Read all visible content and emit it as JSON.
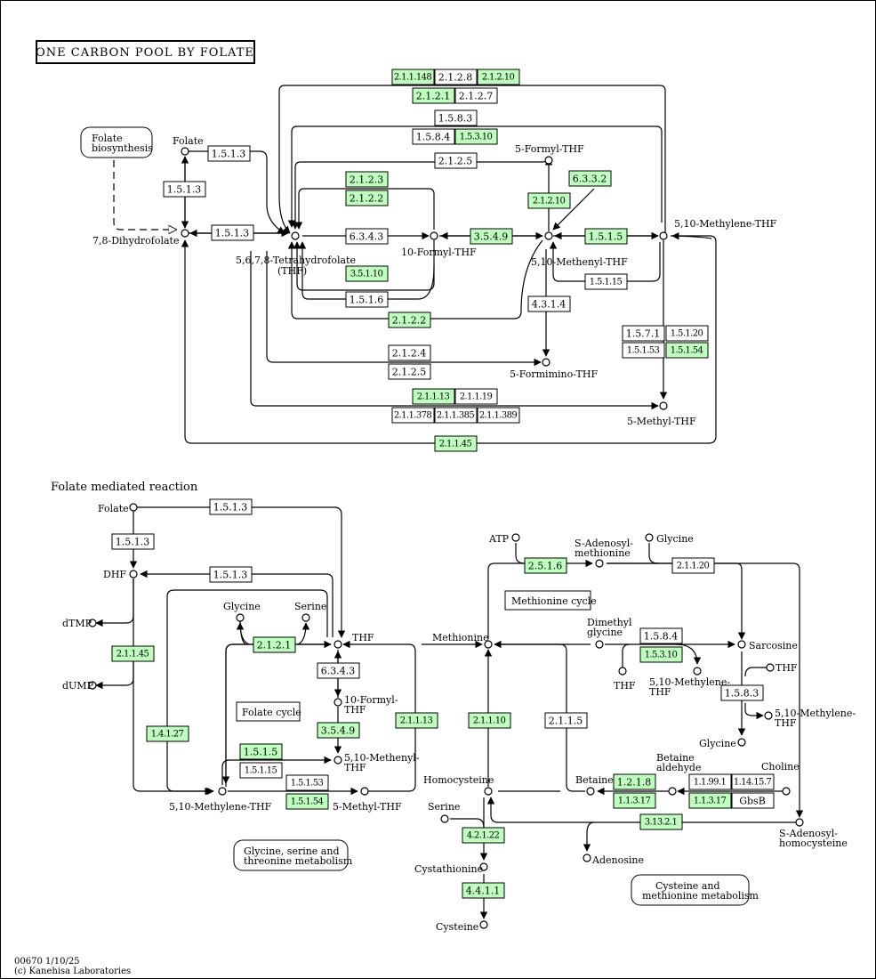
{
  "title": "ONE CARBON POOL BY FOLATE",
  "section2_title": "Folate mediated reaction",
  "footer": {
    "line1": "00670 1/10/25",
    "line2": "(c) Kanehisa Laboratories"
  },
  "colors": {
    "found": "#bfffbf",
    "notfound": "#ffffff"
  },
  "maps": {
    "folate_biosynthesis": [
      "Folate",
      "biosynthesis"
    ],
    "methionine_cycle": "Methionine cycle",
    "folate_cycle": "Folate cycle",
    "gly_ser_thr": [
      "Glycine, serine and",
      "threonine metabolism"
    ],
    "cys_met": [
      "Cysteine and",
      "methionine metabolism"
    ]
  },
  "compounds": {
    "folate": "Folate",
    "dhf78": "7,8-Dihydrofolate",
    "thf_a": "5,6,7,8-Tetrahydrofolate",
    "thf_b": "(THF)",
    "formyl10": "10-Formyl-THF",
    "formyl5": "5-Formyl-THF",
    "methenyl_a": "5,10-Methenyl-THF",
    "methylene_a": "5,10-Methylene-THF",
    "formimino": "5-Formimino-THF",
    "methyl_a": "5-Methyl-THF",
    "folate2": "Folate",
    "dhf": "DHF",
    "dtmp": "dTMP",
    "dump": "dUMP",
    "glycine": "Glycine",
    "serine": "Serine",
    "thf": "THF",
    "formyl10_b1": "10-Formyl-",
    "formyl10_b2": "THF",
    "methenyl_b1": "5,10-Methenyl-",
    "methenyl_b2": "THF",
    "methylene_b": "5,10-Methylene-THF",
    "methyl_b": "5-Methyl-THF",
    "methionine": "Methionine",
    "homocysteine": "Homocysteine",
    "atp": "ATP",
    "sam1": "S-Adenosyl-",
    "sam2": "methionine",
    "glycine_r": "Glycine",
    "dimethylgly1": "Dimethyl",
    "dimethylgly2": "glycine",
    "thf_r": "THF",
    "methylene_r1": "5,10-Methylene-",
    "methylene_r2": "THF",
    "sarcosine": "Sarcosine",
    "thf_r2": "THF",
    "methylene_r3": "5,10-Methylene-",
    "methylene_r4": "THF",
    "glycine_r2": "Glycine",
    "betaine": "Betaine",
    "betald1": "Betaine",
    "betald2": "aldehyde",
    "choline": "Choline",
    "sah1": "S-Adenosyl-",
    "sah2": "homocysteine",
    "adenosine": "Adenosine",
    "serine_b": "Serine",
    "cystathionine": "Cystathionine",
    "cysteine": "Cysteine"
  },
  "enzymes": [
    {
      "id": "e1",
      "label": "2.1.1.148",
      "found": true
    },
    {
      "id": "e2",
      "label": "2.1.2.8",
      "found": false
    },
    {
      "id": "e3",
      "label": "2.1.2.10",
      "found": true
    },
    {
      "id": "e4",
      "label": "2.1.2.1",
      "found": true
    },
    {
      "id": "e5",
      "label": "2.1.2.7",
      "found": false
    },
    {
      "id": "e6",
      "label": "1.5.8.3",
      "found": false
    },
    {
      "id": "e7",
      "label": "1.5.8.4",
      "found": false
    },
    {
      "id": "e8",
      "label": "1.5.3.10",
      "found": true
    },
    {
      "id": "e9",
      "label": "1.5.1.3",
      "found": false
    },
    {
      "id": "e10",
      "label": "2.1.2.5",
      "found": false
    },
    {
      "id": "e11",
      "label": "6.3.3.2",
      "found": true
    },
    {
      "id": "e12",
      "label": "2.1.2.3",
      "found": true
    },
    {
      "id": "e13",
      "label": "2.1.2.2",
      "found": true
    },
    {
      "id": "e14",
      "label": "2.1.2.10",
      "found": true
    },
    {
      "id": "e15",
      "label": "1.5.1.3",
      "found": false
    },
    {
      "id": "e16",
      "label": "1.5.1.3",
      "found": false
    },
    {
      "id": "e17",
      "label": "6.3.4.3",
      "found": false
    },
    {
      "id": "e18",
      "label": "3.5.4.9",
      "found": true
    },
    {
      "id": "e19",
      "label": "1.5.1.5",
      "found": true
    },
    {
      "id": "e20",
      "label": "3.5.1.10",
      "found": true
    },
    {
      "id": "e21",
      "label": "1.5.1.6",
      "found": false
    },
    {
      "id": "e22",
      "label": "1.5.1.15",
      "found": false
    },
    {
      "id": "e23",
      "label": "4.3.1.4",
      "found": false
    },
    {
      "id": "e24",
      "label": "2.1.2.2",
      "found": true
    },
    {
      "id": "e25",
      "label": "1.5.7.1",
      "found": false
    },
    {
      "id": "e26",
      "label": "1.5.1.20",
      "found": false
    },
    {
      "id": "e27",
      "label": "1.5.1.53",
      "found": false
    },
    {
      "id": "e28",
      "label": "1.5.1.54",
      "found": true
    },
    {
      "id": "e29",
      "label": "2.1.2.4",
      "found": false
    },
    {
      "id": "e30",
      "label": "2.1.2.5",
      "found": false
    },
    {
      "id": "e31",
      "label": "2.1.1.13",
      "found": true
    },
    {
      "id": "e32",
      "label": "2.1.1.19",
      "found": false
    },
    {
      "id": "e33",
      "label": "2.1.1.378",
      "found": false
    },
    {
      "id": "e34",
      "label": "2.1.1.385",
      "found": false
    },
    {
      "id": "e35",
      "label": "2.1.1.389",
      "found": false
    },
    {
      "id": "e36",
      "label": "2.1.1.45",
      "found": true
    },
    {
      "id": "f1",
      "label": "1.5.1.3",
      "found": false
    },
    {
      "id": "f2",
      "label": "1.5.1.3",
      "found": false
    },
    {
      "id": "f3",
      "label": "1.5.1.3",
      "found": false
    },
    {
      "id": "f4",
      "label": "2.1.1.45",
      "found": true
    },
    {
      "id": "f5",
      "label": "1.4.1.27",
      "found": true
    },
    {
      "id": "f6",
      "label": "2.1.2.1",
      "found": true
    },
    {
      "id": "f7",
      "label": "6.3.4.3",
      "found": false
    },
    {
      "id": "f8",
      "label": "3.5.4.9",
      "found": true
    },
    {
      "id": "f9",
      "label": "1.5.1.5",
      "found": true
    },
    {
      "id": "f10",
      "label": "1.5.1.15",
      "found": false
    },
    {
      "id": "f11",
      "label": "1.5.1.53",
      "found": false
    },
    {
      "id": "f12",
      "label": "1.5.1.54",
      "found": true
    },
    {
      "id": "f13",
      "label": "2.1.1.13",
      "found": true
    },
    {
      "id": "f14",
      "label": "2.1.1.10",
      "found": true
    },
    {
      "id": "f15",
      "label": "2.1.1.5",
      "found": false
    },
    {
      "id": "f16",
      "label": "2.5.1.6",
      "found": true
    },
    {
      "id": "f17",
      "label": "2.1.1.20",
      "found": false
    },
    {
      "id": "f18",
      "label": "1.5.8.4",
      "found": false
    },
    {
      "id": "f19",
      "label": "1.5.3.10",
      "found": true
    },
    {
      "id": "f20",
      "label": "1.5.8.3",
      "found": false
    },
    {
      "id": "f21",
      "label": "1.2.1.8",
      "found": true
    },
    {
      "id": "f22",
      "label": "1.1.3.17",
      "found": true
    },
    {
      "id": "f23",
      "label": "1.1.99.1",
      "found": false
    },
    {
      "id": "f24",
      "label": "1.14.15.7",
      "found": false
    },
    {
      "id": "f25",
      "label": "1.1.3.17",
      "found": true
    },
    {
      "id": "f26",
      "label": "GbsB",
      "found": false
    },
    {
      "id": "f27",
      "label": "3.13.2.1",
      "found": true
    },
    {
      "id": "f28",
      "label": "4.2.1.22",
      "found": true
    },
    {
      "id": "f29",
      "label": "4.4.1.1",
      "found": true
    }
  ]
}
